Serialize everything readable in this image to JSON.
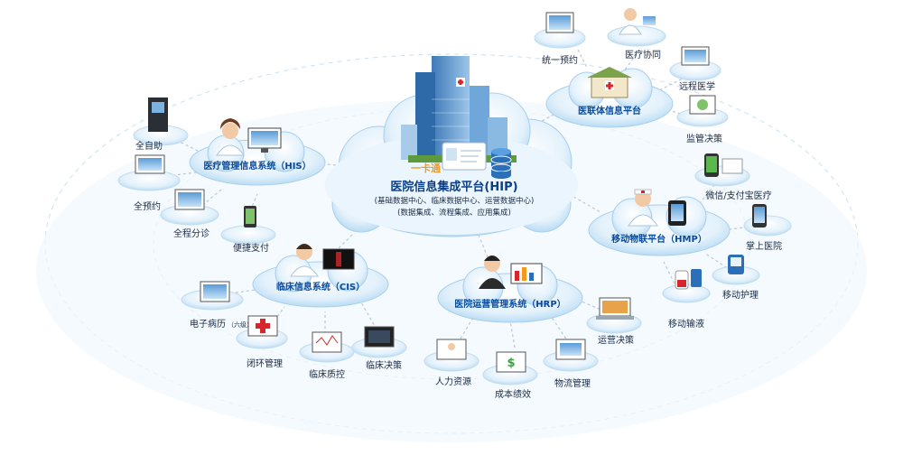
{
  "center": {
    "card_label": "一卡通",
    "title": "医院信息集成平台(HIP)",
    "line1": "(基础数据中心、临床数据中心、运营数据中心)",
    "line2": "(数据集成、流程集成、应用集成)"
  },
  "hubs": {
    "his": "医疗管理信息系统（HIS）",
    "cis": "临床信息系统（CIS）",
    "hrp": "医院运营管理系统（HRP）",
    "hmp": "移动物联平台（HMP）",
    "alliance": "医联体信息平台"
  },
  "nodes": {
    "self_service": "全自助",
    "full_booking": "全预约",
    "full_guide": "全程分诊",
    "easy_pay": "便捷支付",
    "emr": "电子病历",
    "emr_level": "（六级）",
    "closed_loop": "闭环管理",
    "quality": "临床质控",
    "clinical_decision": "临床决策",
    "hr": "人力资源",
    "cost": "成本绩效",
    "logistics": "物流管理",
    "ops_decision": "运营决策",
    "unified_booking": "统一预约",
    "collab": "医疗协同",
    "remote": "远程医学",
    "supervision": "监管决策",
    "wechat": "微信/支付宝医疗",
    "palm": "掌上医院",
    "nursing": "移动护理",
    "infusion": "移动输液"
  },
  "colors": {
    "cloud": "#e3f1fb",
    "cloud_edge": "#a9cfee",
    "hub_text": "#0a4a9a",
    "accent_red": "#d6262b",
    "accent_orange": "#f39a1e"
  }
}
